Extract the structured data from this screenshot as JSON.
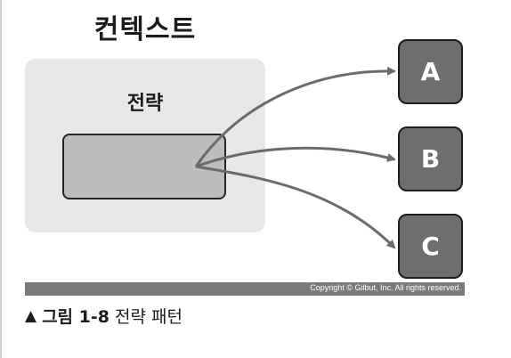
{
  "diagram": {
    "context_title": "컨텍스트",
    "strategy_title": "전략",
    "targets": [
      {
        "label": "A"
      },
      {
        "label": "B"
      },
      {
        "label": "C"
      }
    ]
  },
  "footer": {
    "copyright": "Copyright © Gilbut, Inc. All rights reserved."
  },
  "caption": {
    "marker": "▲",
    "label": "그림 1-8",
    "text": "전략 패턴"
  },
  "colors": {
    "context_bg": "#e8e8e8",
    "strategy_fill": "#bdbdbd",
    "target_fill": "#6e6e6e",
    "arrow": "#6b6b6b",
    "copyright_bar": "#7b7b7b"
  }
}
